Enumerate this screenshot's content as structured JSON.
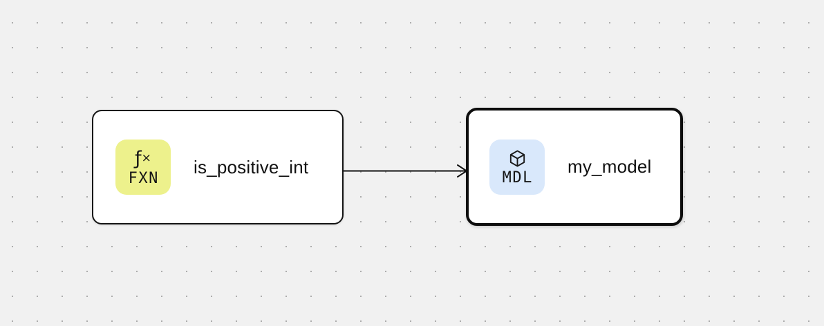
{
  "canvas": {
    "background_color": "#f1f1f1",
    "dot_color": "#a9a9a9"
  },
  "nodes": [
    {
      "label": "is_positive_int",
      "selected": false,
      "type_badge": {
        "text": "FXN",
        "icon": "function-icon",
        "icon_glyph_main": "ƒ",
        "icon_glyph_sub": "×",
        "background_color": "#edf18c"
      }
    },
    {
      "label": "my_model",
      "selected": true,
      "type_badge": {
        "text": "MDL",
        "icon": "cube-icon",
        "background_color": "#d9e8fb"
      }
    }
  ],
  "edges": [
    {
      "from": "is_positive_int",
      "to": "my_model",
      "color": "#111111",
      "arrowhead": "open-chevron"
    }
  ]
}
